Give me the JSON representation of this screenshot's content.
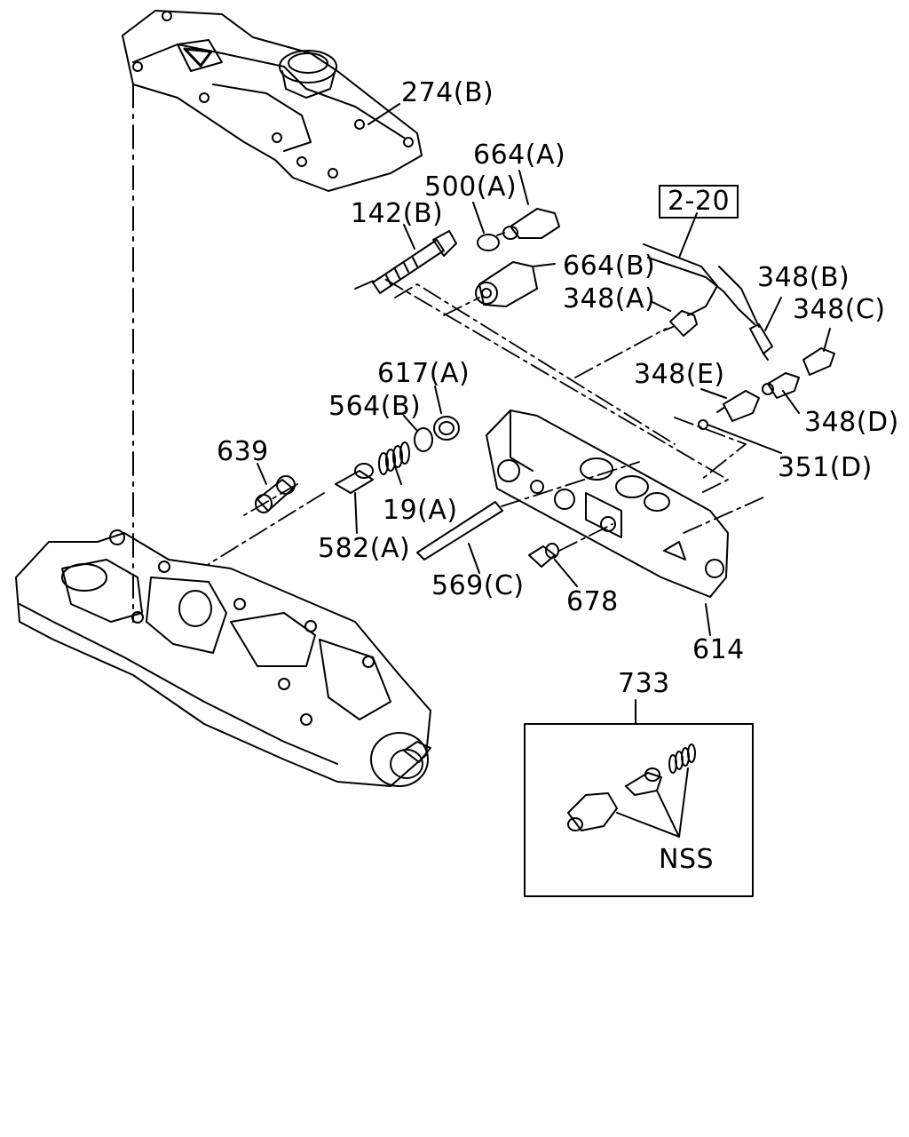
{
  "colors": {
    "line": "#000000",
    "background": "#ffffff"
  },
  "labels": {
    "l274b": "274(B)",
    "l664a": "664(A)",
    "l500a": "500(A)",
    "l142b": "142(B)",
    "l664b": "664(B)",
    "l348a": "348(A)",
    "l348b": "348(B)",
    "l348c": "348(C)",
    "l220": "2-20",
    "l617a": "617(A)",
    "l564b": "564(B)",
    "l348e": "348(E)",
    "l348d": "348(D)",
    "l351d": "351(D)",
    "l639": "639",
    "l19a": "19(A)",
    "l582a": "582(A)",
    "l569c": "569(C)",
    "l678": "678",
    "l614": "614",
    "l733": "733",
    "lnss": "NSS"
  }
}
